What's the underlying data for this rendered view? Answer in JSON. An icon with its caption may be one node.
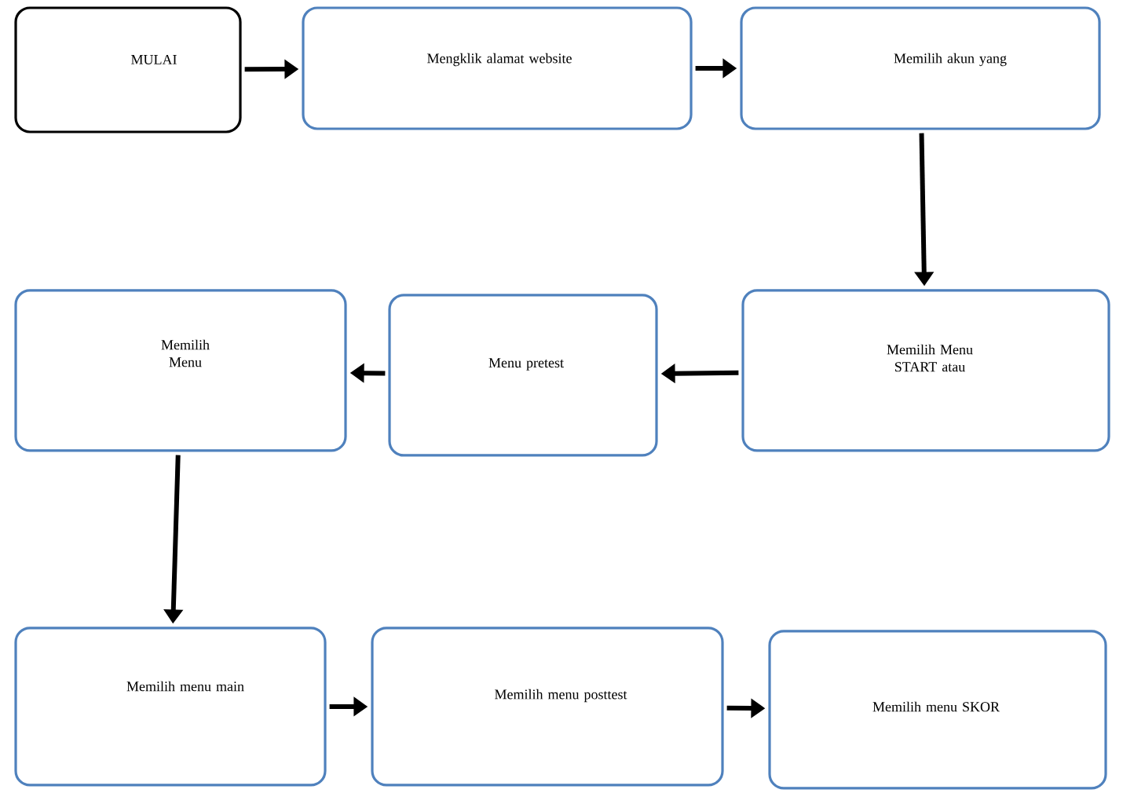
{
  "diagram": {
    "nodes": [
      {
        "text": [
          "MULAI"
        ]
      },
      {
        "text": [
          "Mengklik alamat website"
        ]
      },
      {
        "text": [
          "Memilih akun yang"
        ]
      },
      {
        "text": [
          "Memilih Menu START atau"
        ]
      },
      {
        "text": [
          "Menu pretest"
        ]
      },
      {
        "text": [
          "Memilih Menu"
        ]
      },
      {
        "text": [
          "Memilih menu main"
        ]
      },
      {
        "text": [
          "Memilih menu posttest"
        ]
      },
      {
        "text": [
          "Memilih menu SKOR"
        ]
      }
    ],
    "edges": [
      {
        "from": 0,
        "to": 1,
        "arrow": "to"
      },
      {
        "from": 1,
        "to": 2,
        "arrow": "to"
      },
      {
        "from": 2,
        "to": 3,
        "arrow": "to"
      },
      {
        "from": 3,
        "to": 4,
        "arrow": "to"
      },
      {
        "from": 4,
        "to": 5,
        "arrow": "to"
      },
      {
        "from": 5,
        "to": 6,
        "arrow": "to"
      },
      {
        "from": 6,
        "to": 7,
        "arrow": "to"
      },
      {
        "from": 7,
        "to": 8,
        "arrow": "to"
      }
    ]
  }
}
